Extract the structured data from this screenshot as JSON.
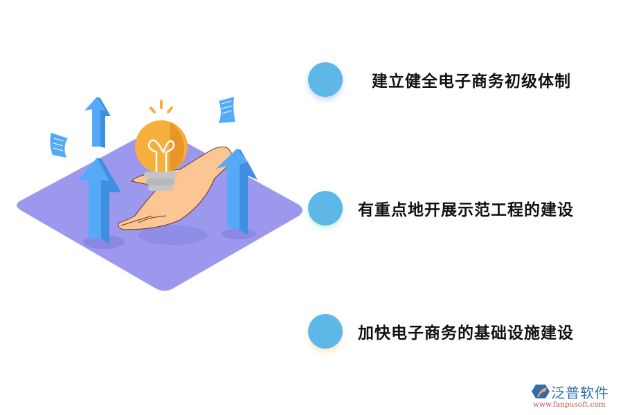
{
  "illustration": {
    "description": "isometric purple platform with hand holding lightbulb, blue up-arrows and floating documents",
    "colors": {
      "platform": "#9b98ee",
      "arrow": "#55aaf8",
      "arrow_side": "#3f8fe0",
      "bulb": "#f6ae3c",
      "bulb_shade": "#e8952a",
      "bulb_base": "#c4c4c4",
      "hand": "#fcc594",
      "document": "#55aaf8"
    }
  },
  "items": [
    {
      "label": "建立健全电子商务初级体制",
      "dot_color": "#5db8e8"
    },
    {
      "label": "有重点地开展示范工程的建设",
      "dot_color": "#5db8e8"
    },
    {
      "label": "加快电子商务的基础设施建设",
      "dot_color": "#5db8e8"
    }
  ],
  "logo": {
    "name": "泛普软件",
    "url": "www.fanpusoft.com"
  }
}
